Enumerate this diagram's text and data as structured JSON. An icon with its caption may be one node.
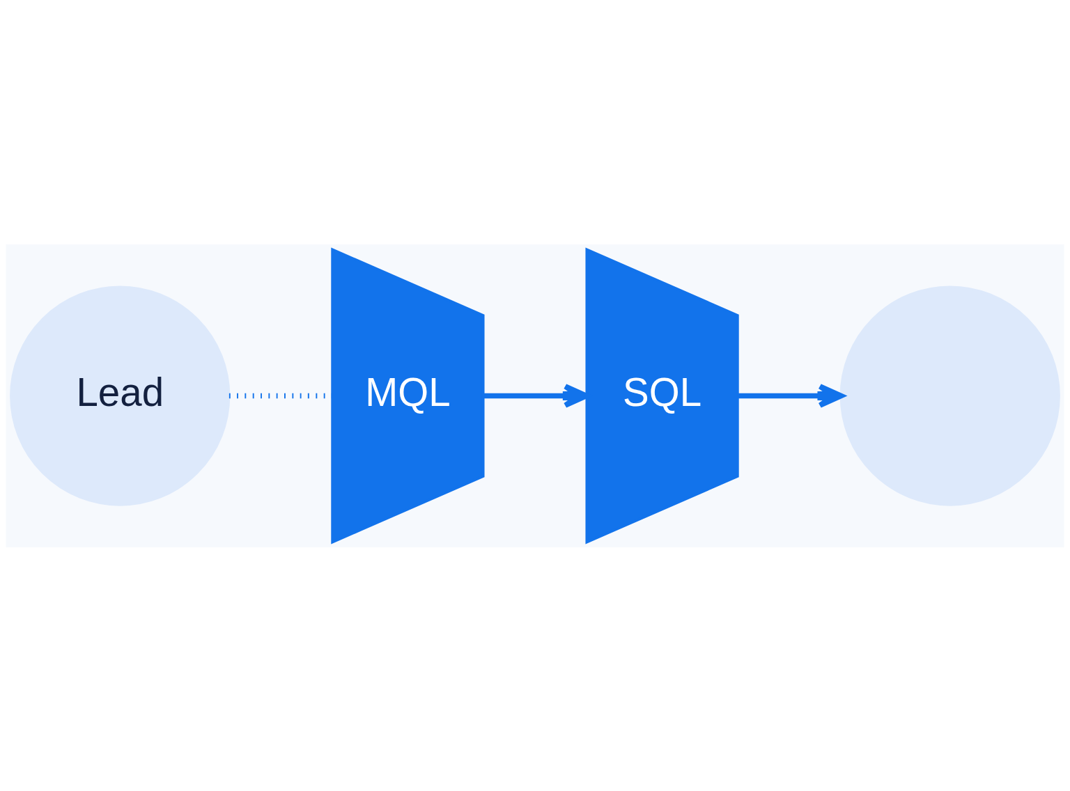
{
  "diagram": {
    "nodes": [
      {
        "text": [
          "Lead"
        ]
      },
      {
        "text": [
          "MQL"
        ]
      },
      {
        "text": [
          "SQL"
        ]
      },
      {
        "text": [],
        "shape": "circle"
      }
    ],
    "edges": [
      {
        "from": 0,
        "to": 1,
        "arrow": "none",
        "style": "dashed"
      },
      {
        "from": 1,
        "to": 2,
        "arrow": "to"
      },
      {
        "from": 2,
        "to": 3,
        "arrow": "to"
      }
    ]
  }
}
